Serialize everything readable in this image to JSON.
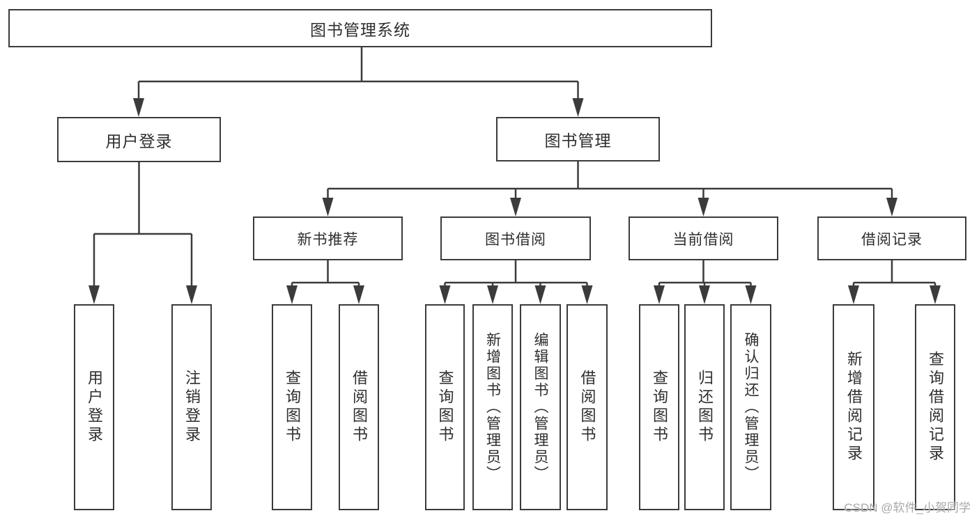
{
  "diagram": {
    "root": {
      "label": "图书管理系统"
    },
    "branches": [
      {
        "label": "用户登录",
        "children": [
          "用户登录",
          "注销登录"
        ]
      },
      {
        "label": "图书管理",
        "sections": [
          {
            "label": "新书推荐",
            "children": [
              "查询图书",
              "借阅图书"
            ]
          },
          {
            "label": "图书借阅",
            "children": [
              "查询图书",
              "新增图书（管理员）",
              "编辑图书（管理员）",
              "借阅图书"
            ]
          },
          {
            "label": "当前借阅",
            "children": [
              "查询图书",
              "归还图书",
              "确认归还（管理员）"
            ]
          },
          {
            "label": "借阅记录",
            "children": [
              "新增借阅记录",
              "查询借阅记录"
            ]
          }
        ]
      }
    ]
  },
  "watermark": "CSDN @软件_小贺同学",
  "colors": {
    "line": "#3b3b3b",
    "text": "#2e2e2e",
    "background": "#ffffff",
    "watermark": "#a8a8a8"
  }
}
